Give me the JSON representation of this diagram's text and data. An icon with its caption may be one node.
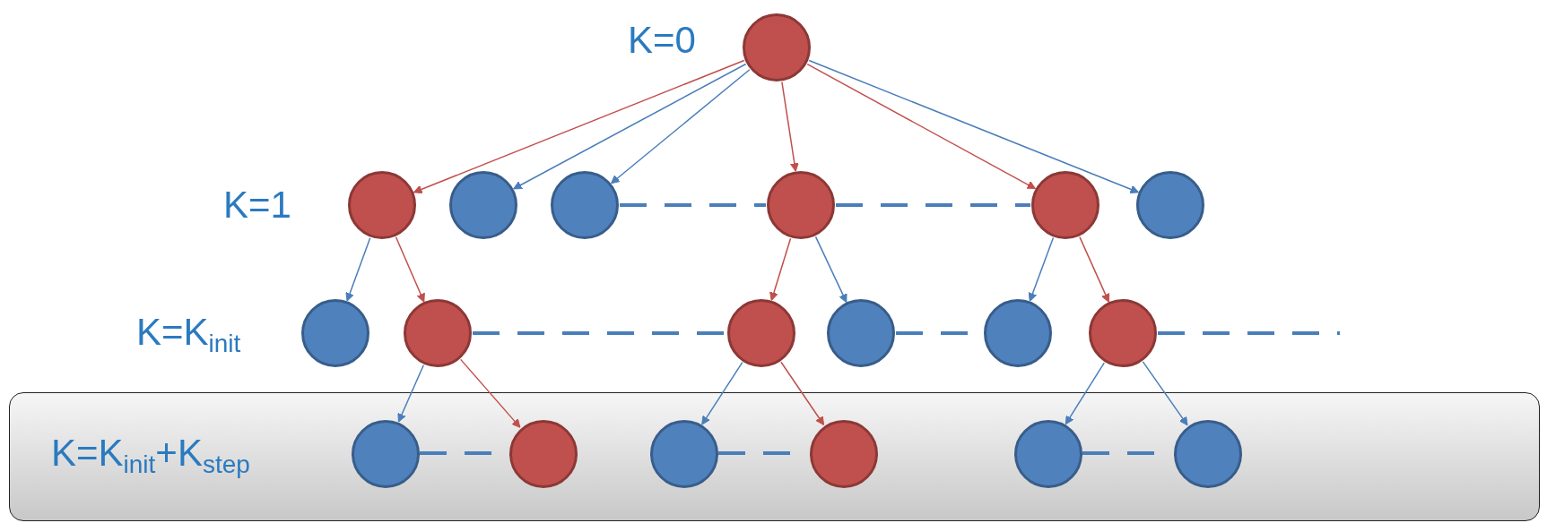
{
  "diagram": {
    "nodes": [
      {
        "text": [],
        "shape": "circle"
      },
      {
        "text": [],
        "shape": "circle"
      },
      {
        "text": [],
        "shape": "circle"
      },
      {
        "text": [],
        "shape": "circle"
      },
      {
        "text": [],
        "shape": "circle"
      },
      {
        "text": [],
        "shape": "circle"
      },
      {
        "text": [],
        "shape": "circle"
      },
      {
        "text": [],
        "shape": "circle"
      },
      {
        "text": [],
        "shape": "circle"
      },
      {
        "text": [],
        "shape": "circle"
      },
      {
        "text": [],
        "shape": "circle"
      },
      {
        "text": [],
        "shape": "circle"
      },
      {
        "text": [],
        "shape": "circle"
      },
      {
        "text": [
          "K=K$_{init}$+K$_{step}$"
        ]
      },
      {
        "text": [],
        "shape": "circle",
        "in": 13
      },
      {
        "text": [],
        "shape": "circle",
        "in": 13
      },
      {
        "text": [],
        "shape": "circle",
        "in": 13
      },
      {
        "text": [],
        "shape": "circle",
        "in": 13
      },
      {
        "text": [],
        "shape": "circle",
        "in": 13
      },
      {
        "text": [],
        "shape": "circle",
        "in": 13
      }
    ],
    "edges": [
      {
        "from": 0,
        "to": 1,
        "arrow": "to",
        "color": "#c0504d"
      },
      {
        "from": 0,
        "to": 2,
        "arrow": "to"
      },
      {
        "from": 0,
        "to": 3,
        "arrow": "to"
      },
      {
        "from": 0,
        "to": 4,
        "arrow": "to",
        "color": "#c0504d"
      },
      {
        "from": 0,
        "to": 5,
        "arrow": "to",
        "color": "#c0504d"
      },
      {
        "from": 0,
        "to": 6,
        "arrow": "to"
      },
      {
        "from": 1,
        "to": 7,
        "arrow": "to"
      },
      {
        "from": 1,
        "to": 8,
        "arrow": "to",
        "color": "#c0504d"
      },
      {
        "from": 4,
        "to": 9,
        "arrow": "to",
        "color": "#c0504d"
      },
      {
        "from": 4,
        "to": 10,
        "arrow": "to"
      },
      {
        "from": 5,
        "to": 11,
        "arrow": "to"
      },
      {
        "from": 5,
        "to": 12,
        "arrow": "to",
        "color": "#c0504d"
      },
      {
        "from": 8,
        "to": 14,
        "arrow": "to"
      },
      {
        "from": 8,
        "to": 15,
        "arrow": "to",
        "color": "#c0504d"
      },
      {
        "from": 9,
        "to": 16,
        "arrow": "to"
      },
      {
        "from": 9,
        "to": 17,
        "arrow": "to",
        "color": "#c0504d"
      },
      {
        "from": 12,
        "to": 18,
        "arrow": "to"
      },
      {
        "from": 12,
        "to": 19,
        "arrow": "to"
      },
      {
        "from": 3,
        "to": 4,
        "arrow": "none",
        "style": "dashed"
      },
      {
        "from": 4,
        "to": 5,
        "arrow": "none",
        "style": "dashed"
      },
      {
        "from": 8,
        "to": 9,
        "arrow": "none",
        "style": "dashed"
      },
      {
        "from": 10,
        "to": 11,
        "arrow": "none",
        "style": "dashed"
      },
      {
        "from": 12,
        "to": null,
        "arrow": "none",
        "style": "dashed"
      },
      {
        "from": 14,
        "to": 15,
        "arrow": "none",
        "style": "dashed"
      },
      {
        "from": 16,
        "to": 17,
        "arrow": "none",
        "style": "dashed"
      },
      {
        "from": 18,
        "to": 19,
        "arrow": "none",
        "style": "dashed"
      }
    ],
    "labels": [
      "K=0",
      "K=1",
      "K=K$_{init}$"
    ]
  }
}
